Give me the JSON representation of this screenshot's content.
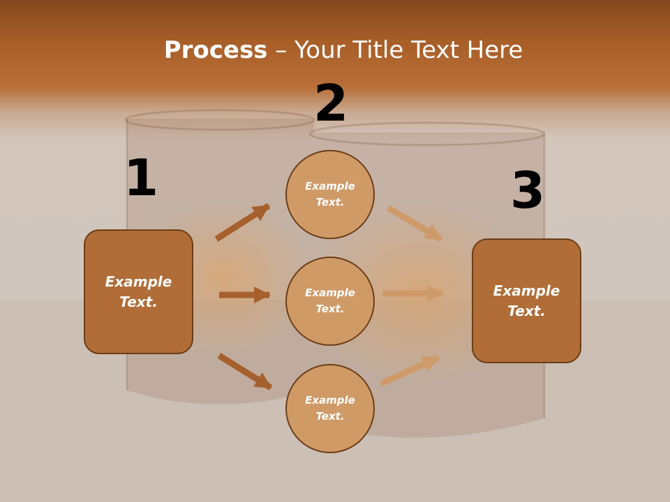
{
  "title": {
    "bold": "Process",
    "rest": " – Your Title Text Here"
  },
  "steps": {
    "one": "1",
    "two": "2",
    "three": "3"
  },
  "left_box": "Example\nText.",
  "right_box": "Example\nText.",
  "circles": [
    "Example\nText.",
    "Example\nText.",
    "Example\nText."
  ],
  "colors": {
    "box": "#b06d37",
    "circle": "#d09a67",
    "arrow_dark": "#a5602d",
    "arrow_light": "#cf9a69",
    "outline": "#6b3d16"
  }
}
